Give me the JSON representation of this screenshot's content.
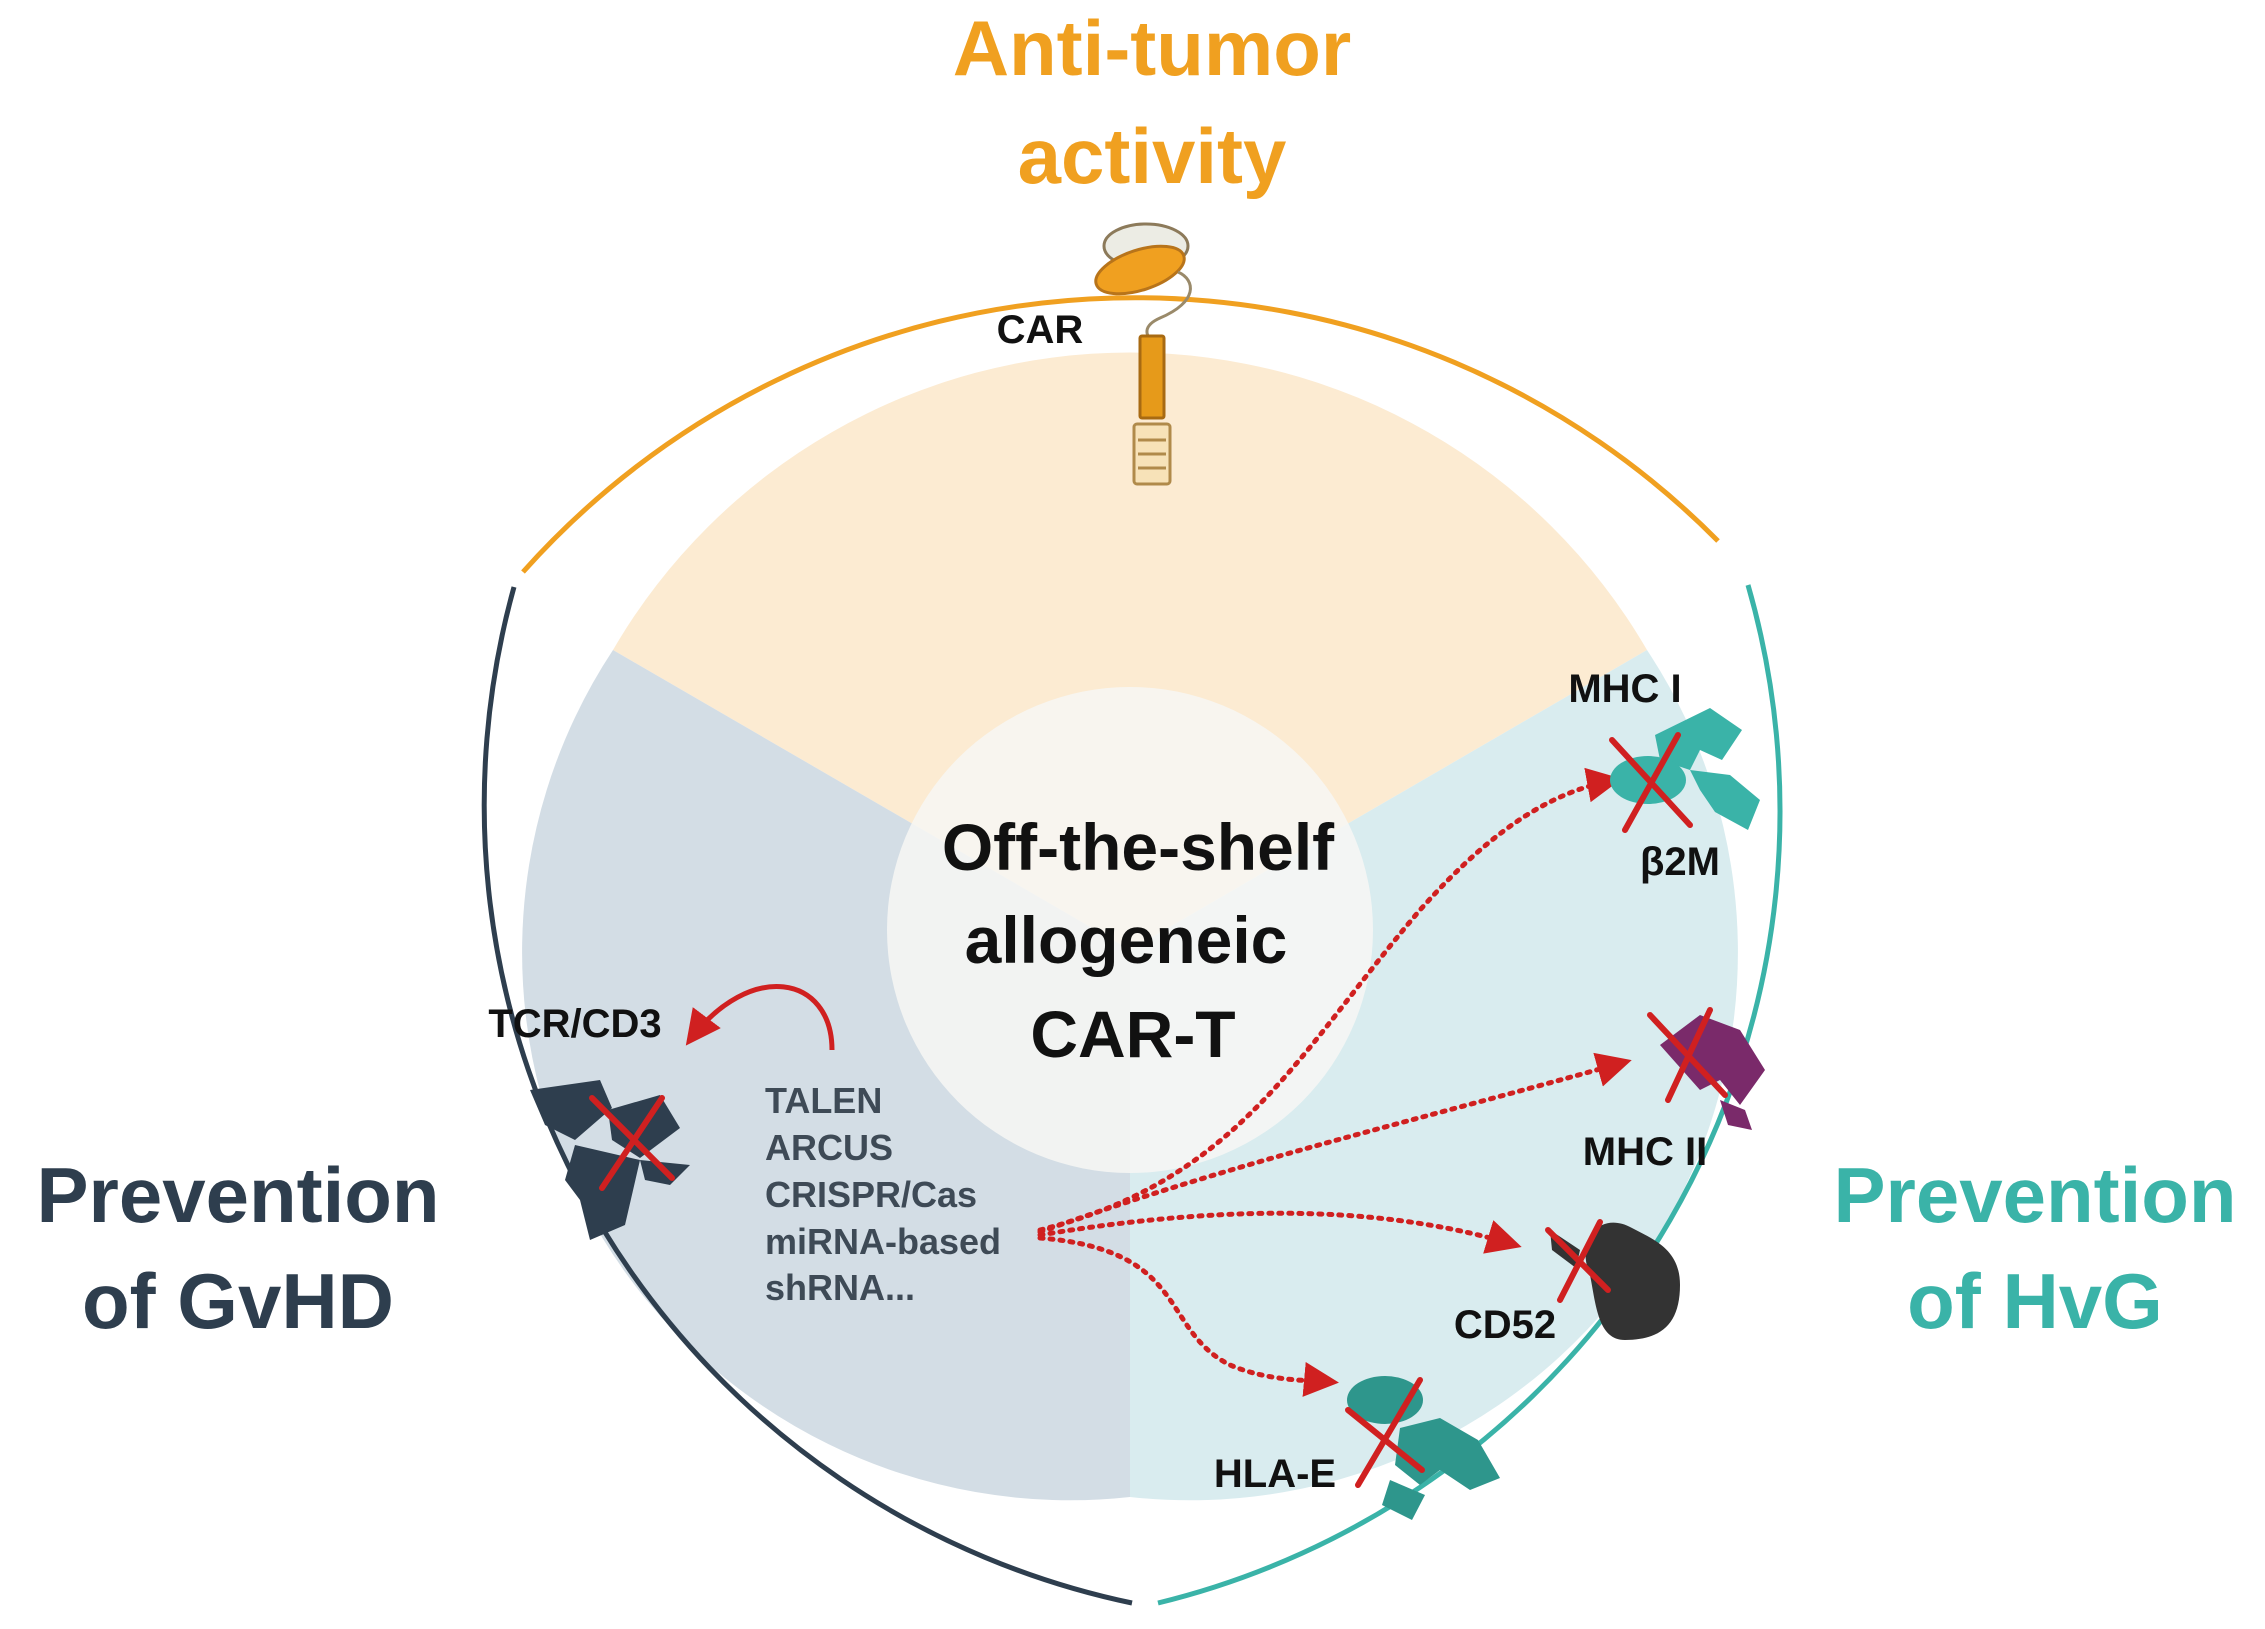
{
  "labels": {
    "top_line1": "Anti-tumor",
    "top_line2": "activity",
    "left_line1": "Prevention",
    "left_line2": "of GvHD",
    "right_line1": "Prevention",
    "right_line2": "of HvG",
    "center_line1": "Off-the-shelf",
    "center_line2": "allogeneic",
    "center_line3": "CAR-T"
  },
  "molecules": {
    "car": "CAR",
    "tcr": "TCR/CD3",
    "mhc1": "MHC I",
    "b2m": "β2M",
    "mhc2": "MHC II",
    "cd52": "CD52",
    "hlae": "HLA-E"
  },
  "methods": [
    "TALEN",
    "ARCUS",
    "CRISPR/Cas",
    "miRNA-based",
    "shRNA..."
  ],
  "colors": {
    "orange": "#F0A020",
    "navy": "#2E3E4E",
    "teal": "#3AB3A8",
    "red": "#D02020",
    "purple": "#7A2A6A",
    "peach_sector": "#FCEBD2",
    "bluegray_sector": "#D3DDE5",
    "lightblue_sector": "#D9ECEF"
  }
}
